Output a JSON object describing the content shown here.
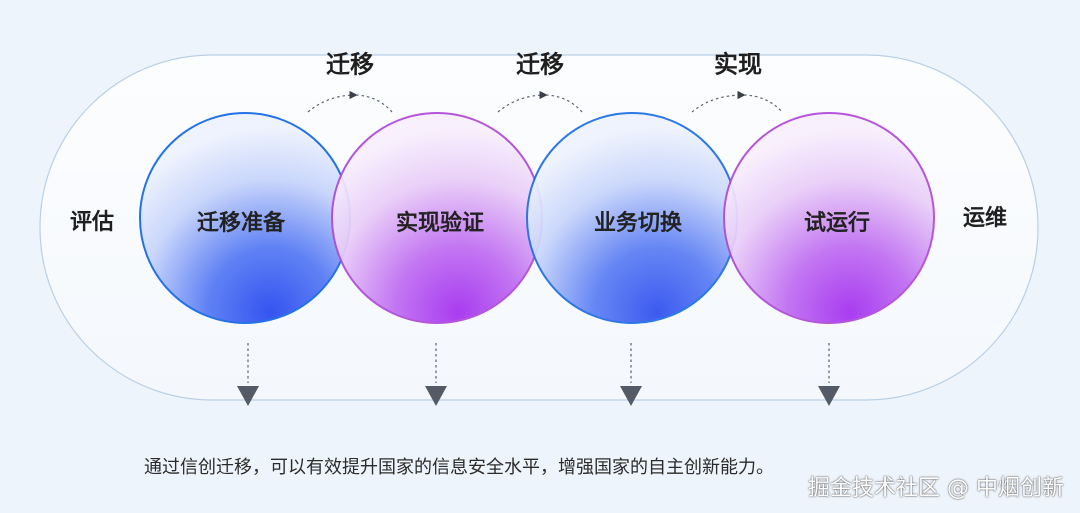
{
  "side_labels": {
    "left": "评估",
    "right": "运维"
  },
  "stages": [
    {
      "label": "迁移准备",
      "color": "blue"
    },
    {
      "label": "实现验证",
      "color": "purple"
    },
    {
      "label": "业务切换",
      "color": "blue"
    },
    {
      "label": "试运行",
      "color": "purple"
    }
  ],
  "transitions": [
    "迁移",
    "迁移",
    "实现"
  ],
  "caption": "通过信创迁移，可以有效提升国家的信息安全水平，增强国家的自主创新能力。",
  "watermark": "掘金技术社区 @ 中烟创新",
  "colors": {
    "background": "#eef4fb",
    "blue_ring": "#1e6fe6",
    "blue_fill": "#2f5cf0",
    "purple_ring": "#b04ad8",
    "purple_fill": "#a93df0",
    "arrow": "#555b66"
  }
}
